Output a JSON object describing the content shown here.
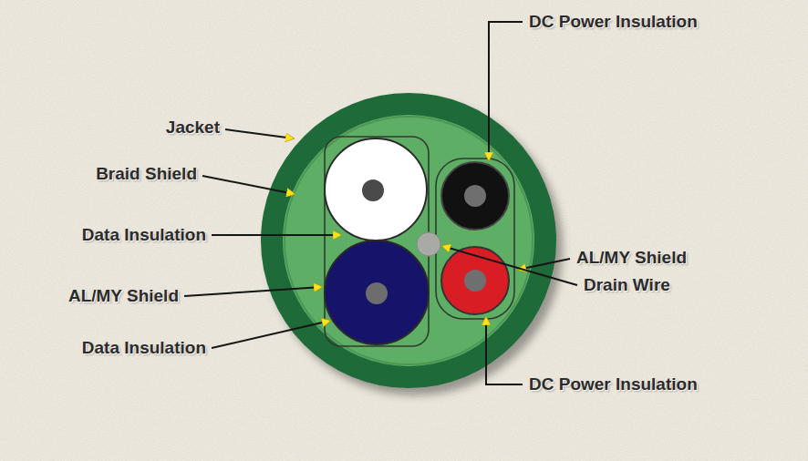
{
  "diagram": {
    "labels": [
      "Jacket",
      "Braid Shield",
      "Data Insulation",
      "AL/MY Shield",
      "Data Insulation",
      "DC Power Insulation",
      "AL/MY Shield",
      "Drain Wire",
      "DC Power Insulation"
    ]
  }
}
